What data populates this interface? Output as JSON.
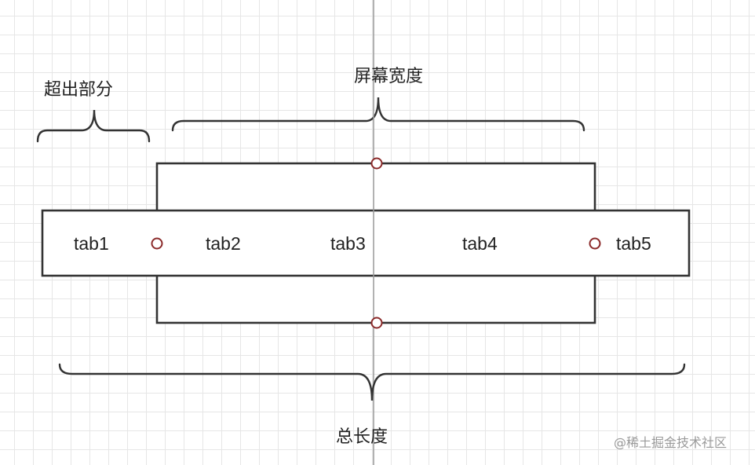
{
  "labels": {
    "overflow_part": "超出部分",
    "screen_width": "屏幕宽度",
    "total_length": "总长度"
  },
  "tabs": [
    "tab1",
    "tab2",
    "tab3",
    "tab4",
    "tab5"
  ],
  "watermark": "@稀土掘金技术社区",
  "colors": {
    "stroke": "#333333",
    "marker": "#8b2a2a",
    "grid": "#e6e6e6",
    "center_line": "#999999"
  }
}
